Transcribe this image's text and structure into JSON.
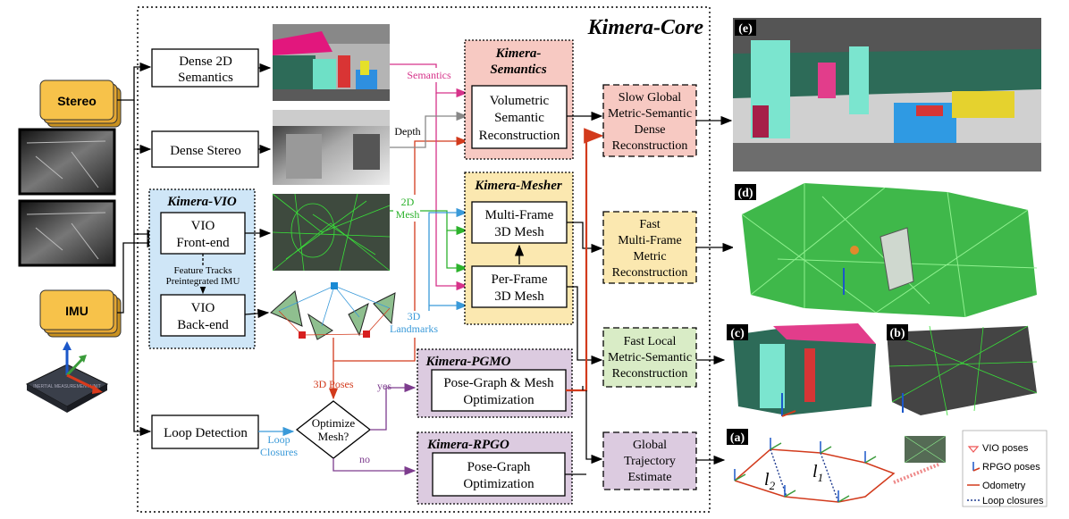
{
  "title": "Kimera-Core",
  "inputs": {
    "stereo": "Stereo",
    "imu": "IMU",
    "imu_chip_text": "INERTIAL MEASUREMENT UNIT"
  },
  "modules": {
    "dense2d": [
      "Dense 2D",
      "Semantics"
    ],
    "dense_stereo": "Dense Stereo",
    "vio_title": "Kimera-VIO",
    "vio_frontend": [
      "VIO",
      "Front-end"
    ],
    "vio_backend": [
      "VIO",
      "Back-end"
    ],
    "vio_note": [
      "Feature Tracks",
      "Preintegrated IMU"
    ],
    "loop_detection": "Loop Detection",
    "optimize_mesh": [
      "Optimize",
      "Mesh?"
    ],
    "semantics_title": [
      "Kimera-",
      "Semantics"
    ],
    "semantic_recon": [
      "Volumetric",
      "Semantic",
      "Reconstruction"
    ],
    "mesher_title": "Kimera-Mesher",
    "multi_frame_mesh": [
      "Multi-Frame",
      "3D Mesh"
    ],
    "per_frame_mesh": [
      "Per-Frame",
      "3D Mesh"
    ],
    "pgmo_title": "Kimera-PGMO",
    "pgmo_box": [
      "Pose-Graph & Mesh",
      "Optimization"
    ],
    "rpgo_title": "Kimera-RPGO",
    "rpgo_box": [
      "Pose-Graph",
      "Optimization"
    ]
  },
  "outputs": {
    "slow_global": [
      "Slow Global",
      "Metric-Semantic",
      "Dense",
      "Reconstruction"
    ],
    "fast_multi": [
      "Fast",
      "Multi-Frame",
      "Metric",
      "Reconstruction"
    ],
    "fast_local": [
      "Fast Local",
      "Metric-Semantic",
      "Reconstruction"
    ],
    "global_traj": [
      "Global",
      "Trajectory",
      "Estimate"
    ]
  },
  "edge_labels": {
    "semantics": "Semantics",
    "depth": "Depth",
    "mesh2d": [
      "2D",
      "Mesh"
    ],
    "landmarks": [
      "3D",
      "Landmarks"
    ],
    "poses": "3D Poses",
    "yes": "yes",
    "no": "no",
    "loop_closures": [
      "Loop",
      "Closures"
    ]
  },
  "panels": [
    "(e)",
    "(d)",
    "(c)",
    "(b)",
    "(a)"
  ],
  "trajectory_labels": {
    "l2": "l",
    "l2_sub": "2",
    "l1": "l",
    "l1_sub": "1"
  },
  "legend": [
    "VIO poses",
    "RPGO poses",
    "Odometry",
    "Loop closures"
  ],
  "colors": {
    "semantics": "#d6338a",
    "depth": "#888888",
    "mesh": "#2cb22c",
    "landmarks": "#3a9ad9",
    "poses": "#d23a1c",
    "purple": "#7d3c8e",
    "vio_fill": "#cfe6f7",
    "sem_fill": "#f7c9c2",
    "mesher_fill": "#fbe8b0",
    "pgmo_fill": "#dccbe0",
    "out_green": "#d9ecc6",
    "input_orange": "#f7c24a"
  }
}
